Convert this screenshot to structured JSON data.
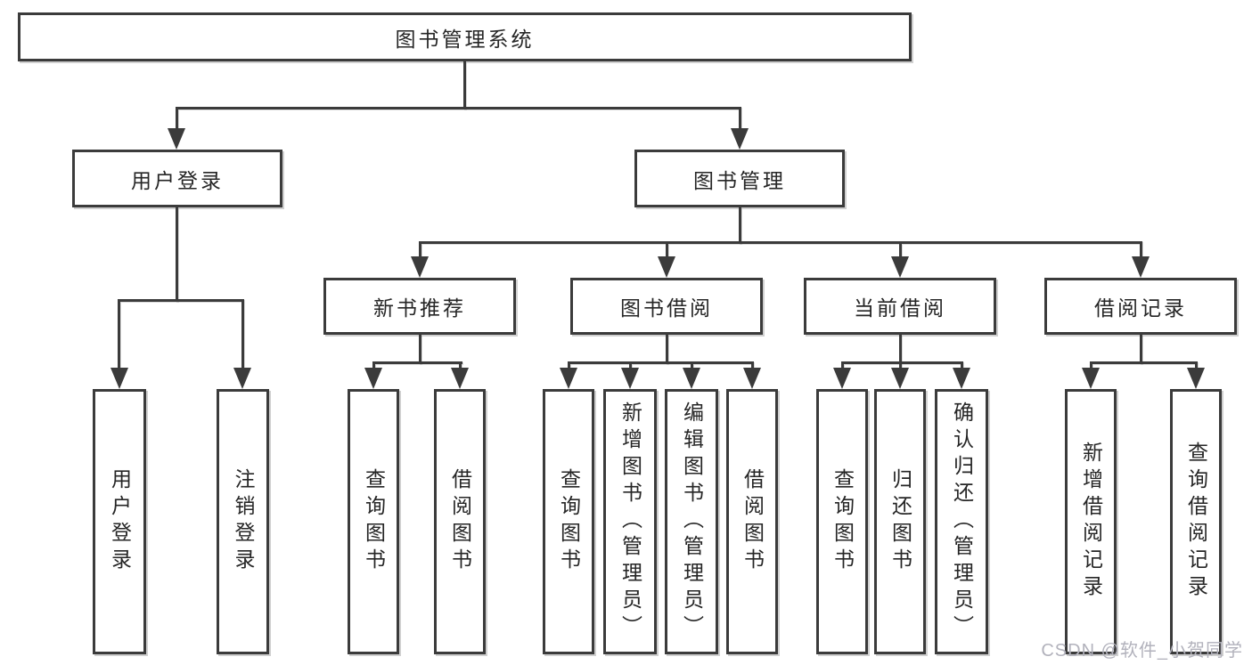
{
  "diagram": {
    "root": "图书管理系统",
    "level2": {
      "user_login": "用户登录",
      "book_management": "图书管理"
    },
    "level3": {
      "new_book_recommend": "新书推荐",
      "book_borrow": "图书借阅",
      "current_borrow": "当前借阅",
      "borrow_records": "借阅记录"
    },
    "leaves": {
      "user_login": [
        "用户登录",
        "注销登录"
      ],
      "new_book_recommend": [
        "查询图书",
        "借阅图书"
      ],
      "book_borrow": [
        "查询图书",
        "新增图书（管理员）",
        "编辑图书（管理员）",
        "借阅图书"
      ],
      "current_borrow": [
        "查询图书",
        "归还图书",
        "确认归还（管理员）"
      ],
      "borrow_records": [
        "新增借阅记录",
        "查询借阅记录"
      ]
    }
  },
  "watermark": "CSDN @软件_小贺同学",
  "colors": {
    "line": "#3b3b3b",
    "text": "#262626",
    "box_bg": "#ffffff",
    "watermark": "#b2b2bc",
    "background": "#ffffff"
  }
}
